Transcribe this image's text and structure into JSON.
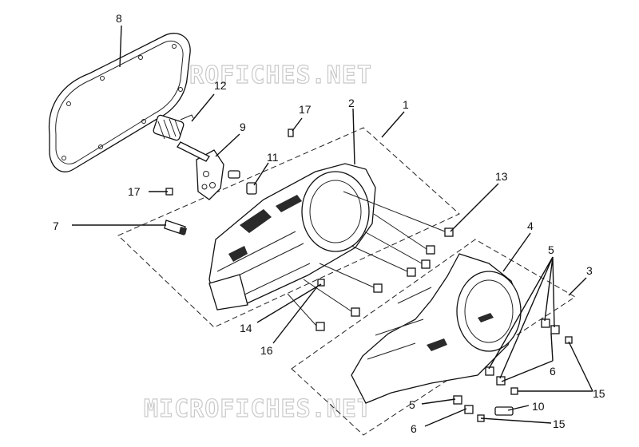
{
  "watermark_top": "MICROFICHES.NET",
  "watermark_bottom": "MICROFICHES.NET",
  "callouts": {
    "c1": "1",
    "c2": "2",
    "c3": "3",
    "c4": "4",
    "c5a": "5",
    "c5b": "5",
    "c6a": "6",
    "c6b": "6",
    "c7": "7",
    "c8": "8",
    "c9": "9",
    "c10": "10",
    "c11": "11",
    "c12": "12",
    "c13": "13",
    "c14": "14",
    "c15a": "15",
    "c15b": "15",
    "c16": "16",
    "c17a": "17",
    "c17b": "17"
  }
}
